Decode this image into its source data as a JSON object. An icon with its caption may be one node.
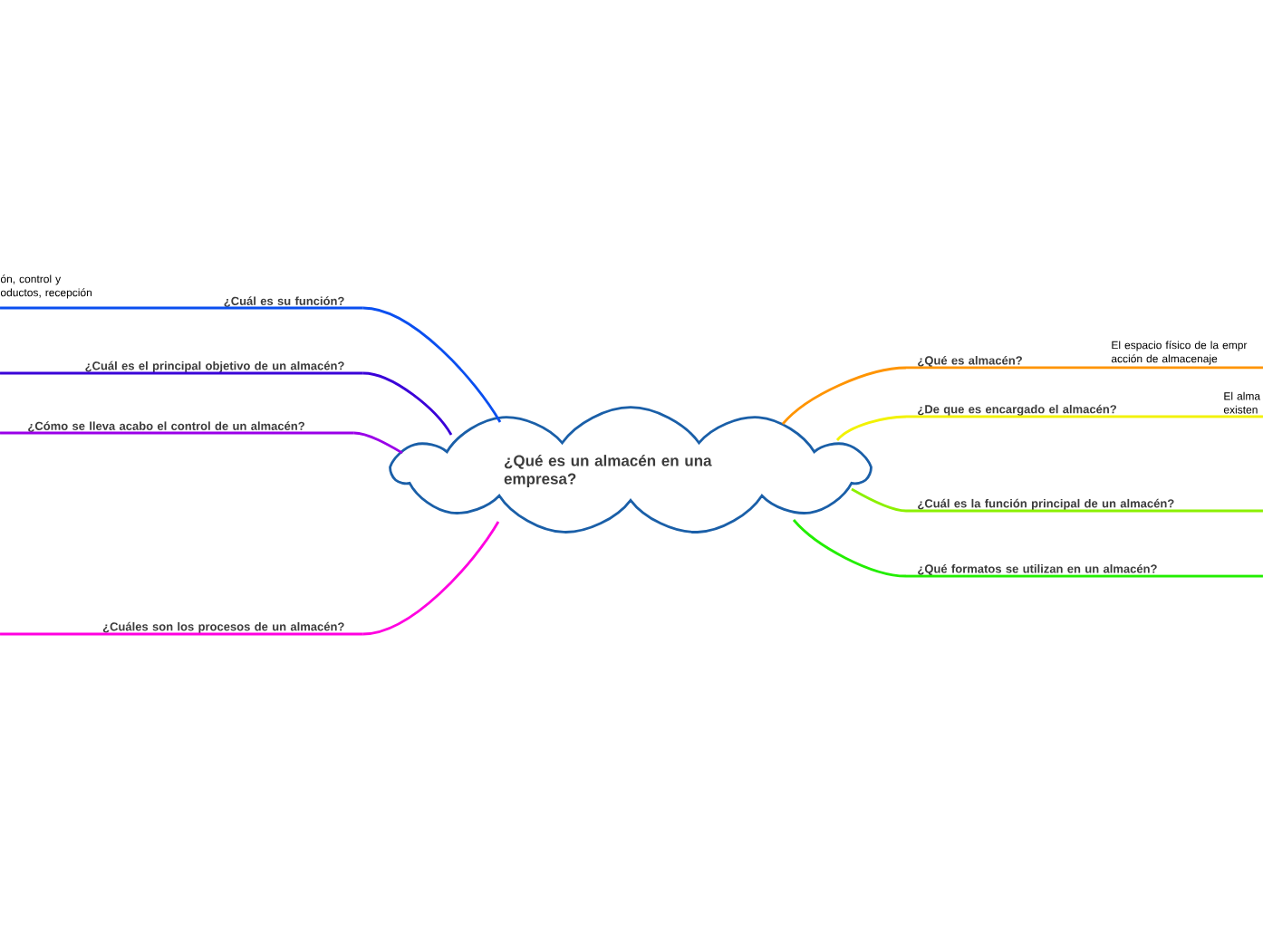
{
  "diagram": {
    "nodes": [
      {
        "text": [
          "¿Qué es un almacén en una empresa?"
        ]
      },
      {
        "text": [
          "¿Cuál es su función?"
        ]
      },
      {
        "text": [
          "¿Cuál es el principal objetivo de un almacén?"
        ]
      },
      {
        "text": [
          "¿Cómo se lleva acabo el control de un almacén?"
        ]
      },
      {
        "text": [
          "¿Cuáles son los procesos de un almacén?"
        ]
      },
      {
        "text": [
          "¿Qué es almacén?"
        ]
      },
      {
        "text": [
          "¿De que es encargado el almacén?"
        ]
      },
      {
        "text": [
          "¿Cuál es la función principal de un almacén?"
        ]
      },
      {
        "text": [
          "¿Qué formatos se utilizan en un almacén?"
        ]
      },
      {
        "text": [
          "ón, control y oductos, recepción"
        ]
      },
      {
        "text": [
          "El espacio físico de la empr acción de almacenaje"
        ]
      },
      {
        "text": [
          "El alma existen"
        ]
      }
    ],
    "edges": [
      {
        "from": 0,
        "to": 1,
        "arrow": "none",
        "color": "#0a4ff0"
      },
      {
        "from": 0,
        "to": 2,
        "arrow": "none",
        "color": "#3a00d8"
      },
      {
        "from": 0,
        "to": 3,
        "arrow": "none",
        "color": "#9a00e8"
      },
      {
        "from": 0,
        "to": 4,
        "arrow": "none",
        "color": "#ff00e0"
      },
      {
        "from": 0,
        "to": 5,
        "arrow": "none",
        "color": "#ff9400"
      },
      {
        "from": 0,
        "to": 6,
        "arrow": "none",
        "color": "#f2f200"
      },
      {
        "from": 0,
        "to": 7,
        "arrow": "none",
        "color": "#8cf000"
      },
      {
        "from": 0,
        "to": 8,
        "arrow": "none",
        "color": "#22ee00"
      },
      {
        "from": 1,
        "to": 9,
        "arrow": "none",
        "color": "#0a4ff0"
      },
      {
        "from": 5,
        "to": 10,
        "arrow": "none",
        "color": "#ff9400"
      },
      {
        "from": 6,
        "to": 11,
        "arrow": "none",
        "color": "#f2f200"
      }
    ]
  }
}
